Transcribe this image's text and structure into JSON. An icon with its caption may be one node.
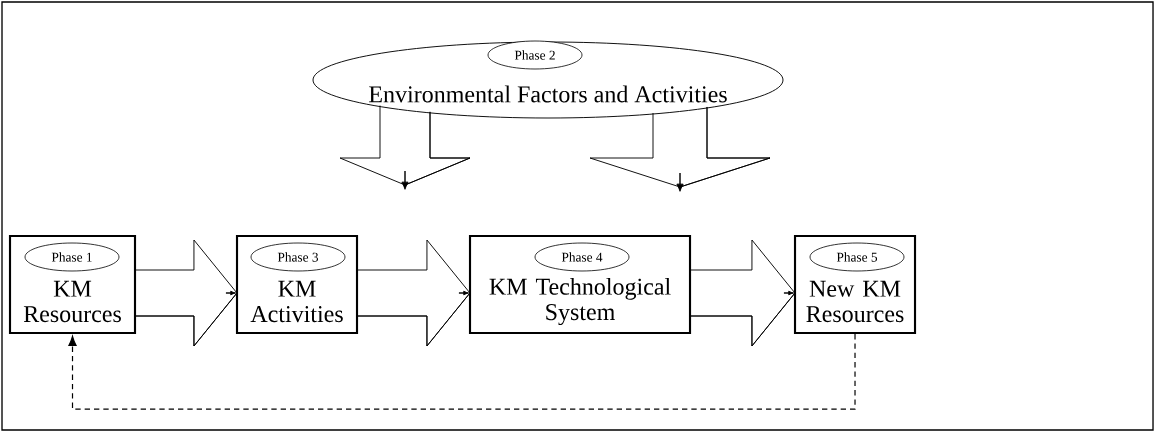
{
  "diagram": {
    "nodes": [
      {
        "text": [
          "Environmental Factors and Activities"
        ]
      },
      {
        "text": [
          "Phase 2"
        ],
        "in": 0
      },
      {
        "text": [
          "KM Resources"
        ]
      },
      {
        "text": [
          "Phase 1"
        ],
        "in": 2
      },
      {
        "text": [
          "KM Activities"
        ]
      },
      {
        "text": [
          "Phase 3"
        ],
        "in": 4
      },
      {
        "text": [
          "KM Technological System"
        ]
      },
      {
        "text": [
          "Phase 4"
        ],
        "in": 6
      },
      {
        "text": [
          "New KM Resources"
        ]
      },
      {
        "text": [
          "Phase 5"
        ],
        "in": 8
      }
    ],
    "edges": [
      {
        "from": 2,
        "to": 4,
        "arrow": "to"
      },
      {
        "from": 4,
        "to": 6,
        "arrow": "to"
      },
      {
        "from": 6,
        "to": 8,
        "arrow": "to"
      },
      {
        "from": 0,
        "to": null,
        "arrow": "to"
      },
      {
        "from": 0,
        "to": null,
        "arrow": "to"
      },
      {
        "from": 8,
        "to": 2,
        "arrow": "to",
        "style": "dashed"
      }
    ]
  }
}
